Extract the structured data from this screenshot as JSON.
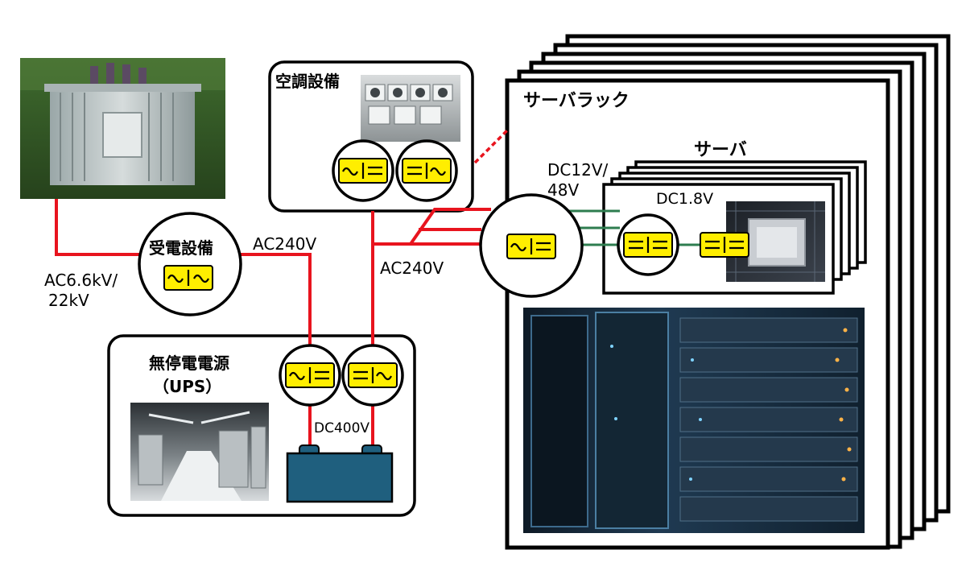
{
  "labels": {
    "receiving": "受電設備",
    "ups_line1": "無停電電源",
    "ups_line2": "（UPS）",
    "aircon": "空調設備",
    "rack": "サーバラック",
    "server": "サーバ",
    "ac_in_line1": "AC6.6kV/",
    "ac_in_line2": "22kV",
    "ac240_left": "AC240V",
    "ac240_mid": "AC240V",
    "dc400": "DC400V",
    "dc12_line1": "DC12V/",
    "dc12_line2": "48V",
    "dc18": "DC1.8V"
  },
  "converters": {
    "receiving": "AC-AC",
    "ups_in": "AC-DC",
    "ups_out": "DC-AC",
    "aircon_in": "AC-DC",
    "aircon_out": "DC-AC",
    "rack_psu": "AC-DC",
    "server_vrm1": "DC-DC",
    "server_vrm2": "DC-DC"
  },
  "colors": {
    "ac_line": "#e8141e",
    "dc_line": "#2e7d4f",
    "converter_fill": "#ffee00",
    "battery": "#1f5f7e"
  },
  "images": {
    "transformer": "transformer-photo",
    "aircon": "aircon-units-photo",
    "ups": "ups-room-photo",
    "cpu": "cpu-board-photo",
    "racks": "server-racks-photo"
  }
}
